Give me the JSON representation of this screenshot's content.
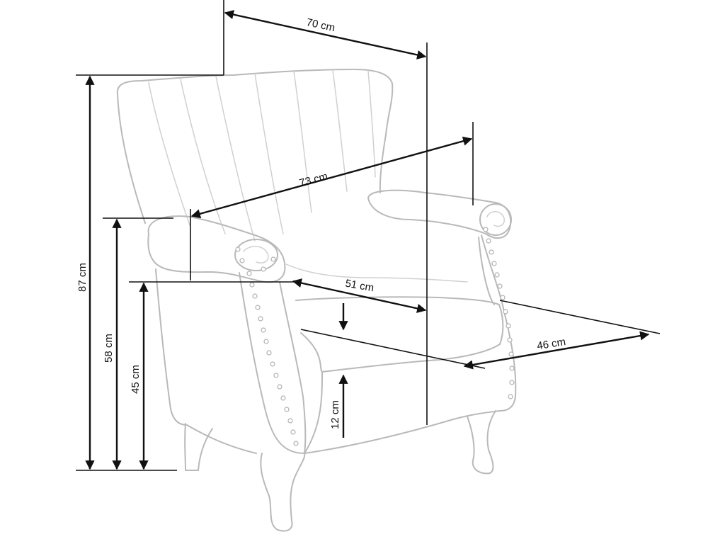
{
  "dimensions": {
    "width": "70 cm",
    "depth_arms": "73 cm",
    "total_height": "87 cm",
    "arm_height": "58 cm",
    "seat_height": "45 cm",
    "seat_width": "51 cm",
    "seat_depth": "46 cm",
    "cushion_thickness": "12 cm"
  },
  "colors": {
    "dimension_lines": "#111111",
    "chair_outline": "#b9b9b9"
  }
}
